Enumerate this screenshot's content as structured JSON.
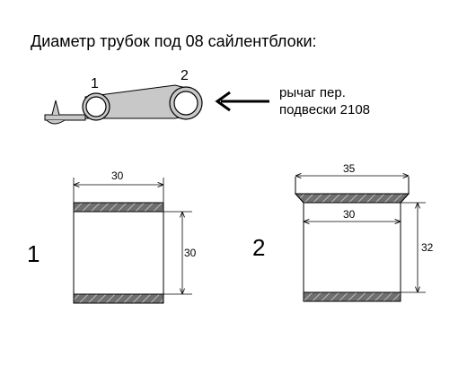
{
  "title": "Диаметр трубок под 08 сайлентблоки:",
  "lever": {
    "label_1": "1",
    "label_2": "2",
    "caption_line1": "рычаг пер.",
    "caption_line2": "подвески 2108"
  },
  "part1": {
    "number": "1",
    "width_dim": "30",
    "height_dim": "30"
  },
  "part2": {
    "number": "2",
    "top_dim": "35",
    "inner_dim": "30",
    "height_dim": "32"
  },
  "colors": {
    "hatch_fill": "#777777",
    "lever_fill": "#c8c8c8",
    "line": "#000000"
  }
}
